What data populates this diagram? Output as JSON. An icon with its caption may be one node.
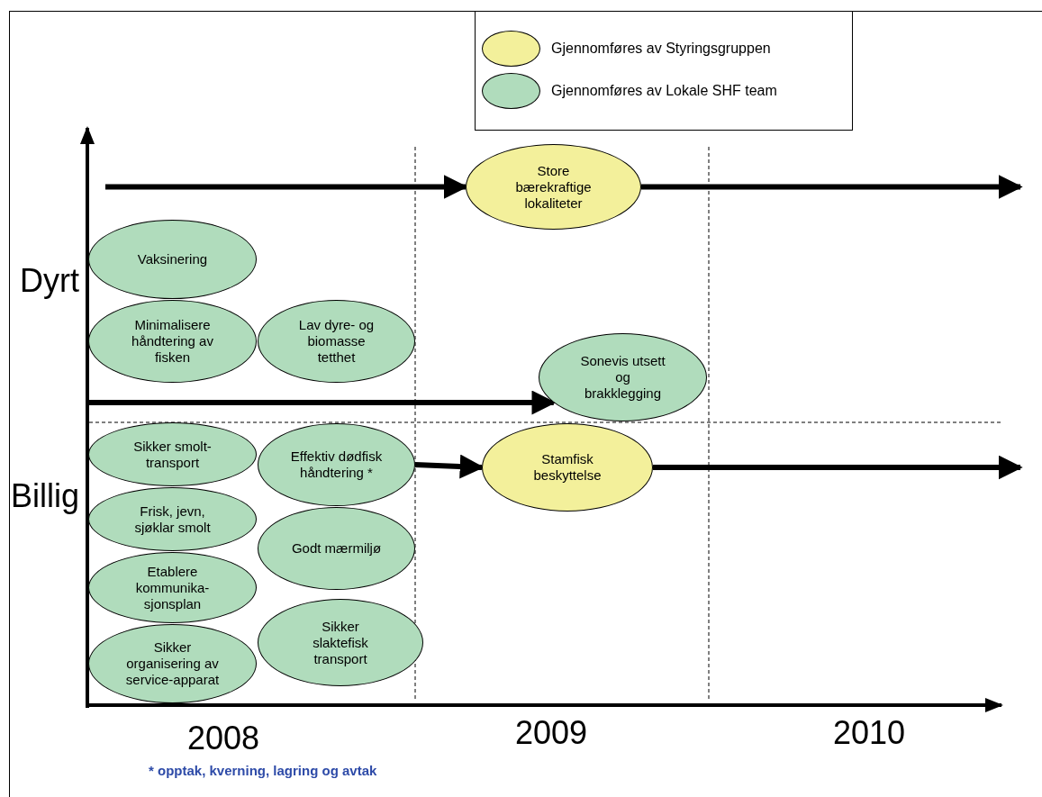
{
  "diagram": {
    "nodes": [
      {
        "text": [
          "Store bærekraftige lokaliteter"
        ]
      },
      {
        "text": [
          "Vaksinering"
        ]
      },
      {
        "text": [
          "Minimalisere håndtering av fisken"
        ]
      },
      {
        "text": [
          "Lav dyre- og biomasse tetthet"
        ]
      },
      {
        "text": [
          "Sonevis utsett og brakklegging"
        ]
      },
      {
        "text": [
          "Sikker smolt-transport"
        ]
      },
      {
        "text": [
          "Effektiv dødfisk håndtering *"
        ]
      },
      {
        "text": [
          "Stamfisk beskyttelse"
        ]
      },
      {
        "text": [
          "Frisk, jevn, sjøklar smolt"
        ]
      },
      {
        "text": [
          "Godt mærmiljø"
        ]
      },
      {
        "text": [
          "Etablere kommunika-sjonsplan"
        ]
      },
      {
        "text": [
          "Sikker organisering av service-apparat"
        ]
      },
      {
        "text": [
          "Sikker slaktefisk transport"
        ]
      }
    ],
    "edges": [
      {
        "from": null,
        "to": 0,
        "arrow": "to"
      },
      {
        "from": 0,
        "to": null,
        "arrow": "to"
      },
      {
        "from": null,
        "to": 4,
        "arrow": "to"
      },
      {
        "from": 6,
        "to": 7,
        "arrow": "to"
      },
      {
        "from": 7,
        "to": null,
        "arrow": "to"
      }
    ],
    "labels": [
      "Dyrt",
      "Billig",
      "2008",
      "2009",
      "2010",
      "* opptak, kverning, lagring og avtak"
    ],
    "legend": [
      {
        "text": "Gjennomføres av Styringsgruppen",
        "color": "#f3f09b"
      },
      {
        "text": "Gjennomføres av Lokale SHF team",
        "color": "#b0dcbc"
      }
    ]
  }
}
